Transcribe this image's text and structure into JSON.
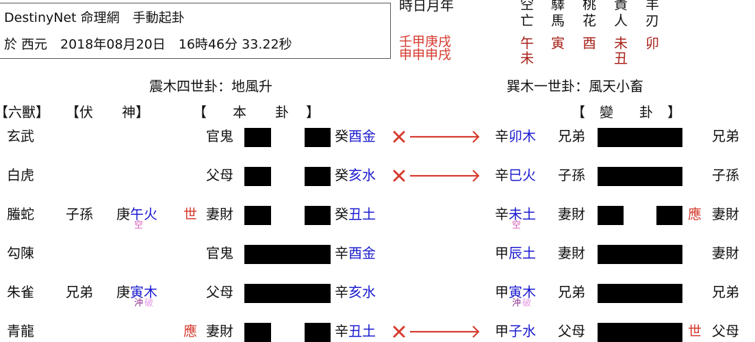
{
  "header": {
    "title": "DestinyNet 命理網　手動起卦",
    "datetime": "於 西元　2018年08月20日　16時46分 33.22秒"
  },
  "pillars": {
    "label": "時日月年",
    "stems": "壬甲庚戌",
    "branches": "申申申戌"
  },
  "shensha": {
    "columns": [
      {
        "name": [
          "空",
          "亡"
        ],
        "values": [
          "午",
          "未"
        ]
      },
      {
        "name": [
          "驛",
          "馬"
        ],
        "values": [
          "寅"
        ]
      },
      {
        "name": [
          "桃",
          "花"
        ],
        "values": [
          "酉"
        ]
      },
      {
        "name": [
          "貴",
          "人"
        ],
        "values": [
          "未",
          "丑"
        ]
      },
      {
        "name": [
          "羊",
          "刃"
        ],
        "values": [
          "卯"
        ]
      }
    ]
  },
  "main_hexagram": {
    "title": "震木四世卦：地風升",
    "header_bracket_open": "【",
    "header_ben": "本",
    "header_gua": "卦",
    "header_bracket_close": "】"
  },
  "changed_hexagram": {
    "title": "巽木一世卦：風天小畜",
    "header_bracket_open": "【",
    "header_bian": "變",
    "header_gua": "卦",
    "header_bracket_close": "】"
  },
  "columns": {
    "liushou": "【六獸】",
    "fushen_open": "【伏",
    "fushen_close": "神】"
  },
  "rows": [
    {
      "beast": "玄武",
      "fushen_relation": "",
      "fushen_stem": "",
      "fushen_branch": "",
      "fushen_note": [],
      "shiying": "",
      "relation": "官鬼",
      "yao": "yin",
      "stem": "癸",
      "branch": "酉金",
      "moving": true,
      "changed_stem": "辛",
      "changed_branch": "卯木",
      "changed_note": [],
      "changed_relation": "兄弟",
      "changed_yao": "yang",
      "changed_shiying": "",
      "right_relation": "兄弟"
    },
    {
      "beast": "白虎",
      "fushen_relation": "",
      "fushen_stem": "",
      "fushen_branch": "",
      "fushen_note": [],
      "shiying": "",
      "relation": "父母",
      "yao": "yin",
      "stem": "癸",
      "branch": "亥水",
      "moving": true,
      "changed_stem": "辛",
      "changed_branch": "巳火",
      "changed_note": [],
      "changed_relation": "子孫",
      "changed_yao": "yang",
      "changed_shiying": "",
      "right_relation": "子孫"
    },
    {
      "beast": "螣蛇",
      "fushen_relation": "子孫",
      "fushen_stem": "庚",
      "fushen_branch": "午火",
      "fushen_note": [
        {
          "text": "空",
          "color": "#d957b8"
        }
      ],
      "shiying": "世",
      "relation": "妻財",
      "yao": "yin",
      "stem": "癸",
      "branch": "丑土",
      "moving": false,
      "changed_stem": "辛",
      "changed_branch": "未土",
      "changed_note": [
        {
          "text": "空",
          "color": "#d957b8"
        }
      ],
      "changed_relation": "妻財",
      "changed_yao": "yin",
      "changed_shiying": "應",
      "right_relation": "妻財"
    },
    {
      "beast": "勾陳",
      "fushen_relation": "",
      "fushen_stem": "",
      "fushen_branch": "",
      "fushen_note": [],
      "shiying": "",
      "relation": "官鬼",
      "yao": "yang",
      "stem": "辛",
      "branch": "酉金",
      "moving": false,
      "changed_stem": "甲",
      "changed_branch": "辰土",
      "changed_note": [],
      "changed_relation": "妻財",
      "changed_yao": "yang",
      "changed_shiying": "",
      "right_relation": "妻財"
    },
    {
      "beast": "朱雀",
      "fushen_relation": "兄弟",
      "fushen_stem": "庚",
      "fushen_branch": "寅木",
      "fushen_note": [
        {
          "text": "沖",
          "color": "#8a2a88"
        },
        {
          "text": "破",
          "color": "#e59be6"
        }
      ],
      "shiying": "",
      "relation": "父母",
      "yao": "yang",
      "stem": "辛",
      "branch": "亥水",
      "moving": false,
      "changed_stem": "甲",
      "changed_branch": "寅木",
      "changed_note": [
        {
          "text": "沖",
          "color": "#8a2a88"
        },
        {
          "text": "破",
          "color": "#e59be6"
        }
      ],
      "changed_relation": "兄弟",
      "changed_yao": "yang",
      "changed_shiying": "",
      "right_relation": "兄弟"
    },
    {
      "beast": "青龍",
      "fushen_relation": "",
      "fushen_stem": "",
      "fushen_branch": "",
      "fushen_note": [],
      "shiying": "應",
      "relation": "妻財",
      "yao": "yin",
      "stem": "辛",
      "branch": "丑土",
      "moving": true,
      "changed_stem": "甲",
      "changed_branch": "子水",
      "changed_note": [],
      "changed_relation": "父母",
      "changed_yao": "yang",
      "changed_shiying": "世",
      "right_relation": "父母"
    }
  ],
  "colors": {
    "red": "#d63a2e",
    "dark_red": "#a8221a",
    "blue": "#1a1ad0",
    "pink": "#d957b8",
    "black": "#000000"
  },
  "icons": {
    "moving_mark": "cross-x-icon",
    "change_arrow": "right-arrow-icon"
  }
}
